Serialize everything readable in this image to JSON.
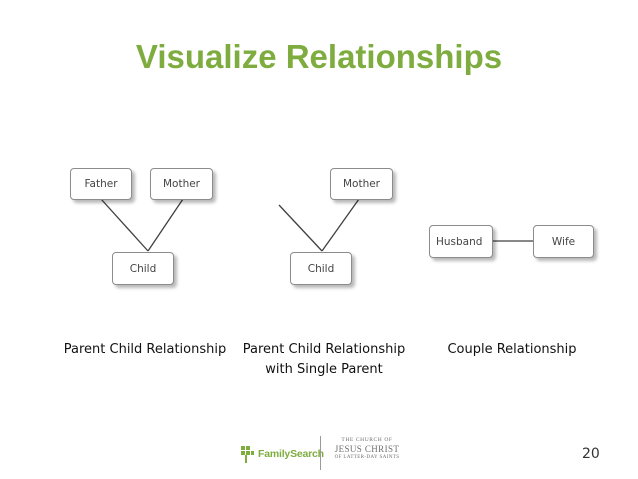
{
  "title": "Visualize Relationships",
  "diagrams": {
    "parent_child": {
      "father": "Father",
      "mother": "Mother",
      "child": "Child",
      "caption": "Parent Child Relationship"
    },
    "single_parent": {
      "mother": "Mother",
      "child": "Child",
      "caption_line1": "Parent Child Relationship",
      "caption_line2": "with Single Parent"
    },
    "couple": {
      "husband": "Husband",
      "wife": "Wife",
      "caption": "Couple Relationship"
    }
  },
  "footer": {
    "familysearch": "FamilySearch",
    "church_line1": "THE CHURCH OF",
    "church_line2": "JESUS CHRIST",
    "church_line3": "OF LATTER-DAY SAINTS"
  },
  "page_number": "20",
  "colors": {
    "title_green": "#7eac3f",
    "line": "#404040",
    "node_border": "#8c8c8c"
  }
}
